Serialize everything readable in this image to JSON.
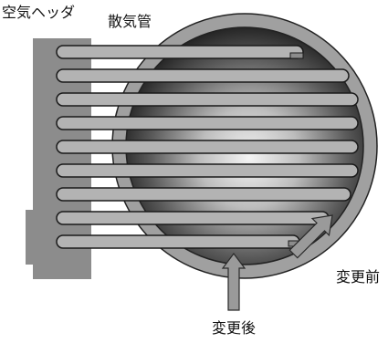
{
  "labels": {
    "air_header": "空気ヘッダ",
    "diffuser_pipe": "散気管",
    "before_change": "変更前",
    "after_change": "変更後"
  },
  "colors": {
    "header": "#8c8c8c",
    "pipe_fill": "#b3b3b3",
    "pipe_outline": "#1a1a1a",
    "tank_outer": "#a0a0a0",
    "tank_inner_dark": "#1e1e1e",
    "arrow": "#9a9a9a"
  }
}
